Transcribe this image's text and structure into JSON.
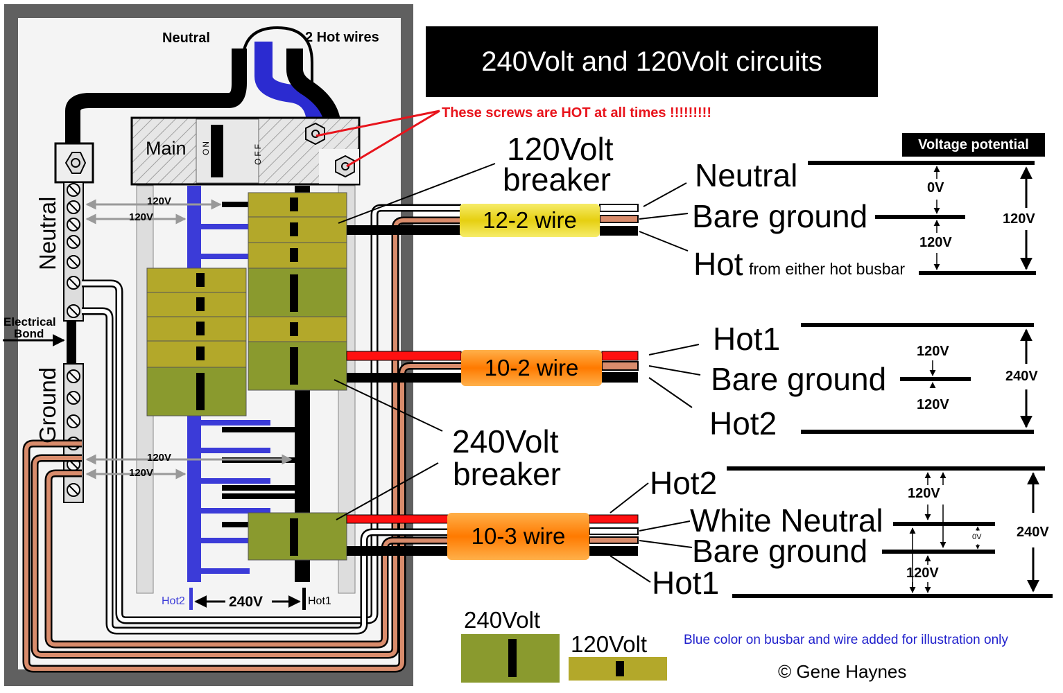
{
  "title": "240Volt and 120Volt circuits",
  "panel": {
    "neutral_feed_label": "Neutral",
    "hot_feed_label": "2 Hot wires",
    "main_label": "Main",
    "on_label": "ON",
    "off_label": "OFF",
    "neutral_bar_label": "Neutral",
    "ground_bar_label": "Ground",
    "bond_label_1": "Electrical",
    "bond_label_2": "Bond",
    "volts_upper_1": "120V",
    "volts_upper_2": "120V",
    "volts_lower_1": "120V",
    "volts_lower_2": "120V",
    "hot2_label": "Hot2",
    "hot1_label": "Hot1",
    "busbar_voltage": "240V"
  },
  "warning": "These screws are HOT at all times !!!!!!!!!",
  "callouts": {
    "breaker_120_line1": "120Volt",
    "breaker_120_line2": "breaker",
    "breaker_240_line1": "240Volt",
    "breaker_240_line2": "breaker"
  },
  "voltage_potential_heading": "Voltage potential",
  "circuits": [
    {
      "wire": "12-2 wire",
      "wire_color": "#f2e135",
      "conductors": [
        "Neutral",
        "Bare ground",
        "Hot"
      ],
      "hot_note": "from either hot busbar",
      "potentials": [
        "0V",
        "120V",
        "120V"
      ]
    },
    {
      "wire": "10-2 wire",
      "wire_color": "#ff8c1a",
      "conductors": [
        "Hot1",
        "Bare ground",
        "Hot2"
      ],
      "potentials": [
        "120V",
        "120V",
        "240V"
      ]
    },
    {
      "wire": "10-3 wire",
      "wire_color": "#ff8c1a",
      "conductors": [
        "Hot2",
        "White Neutral",
        "Bare ground",
        "Hot1"
      ],
      "potentials": [
        "120V",
        "0V",
        "120V",
        "240V"
      ]
    }
  ],
  "legend": {
    "label_240": "240Volt",
    "label_120": "120Volt",
    "color_240": "#8a9a2e",
    "color_120": "#b3a82a"
  },
  "note": "Blue color on busbar and wire added for illustration only",
  "copyright": "© Gene Haynes",
  "colors": {
    "busbar_blue": "#3b3bd8",
    "hot_red": "#ff1010",
    "ground_copper": "#d98c6c",
    "warning_red": "#e8141c"
  }
}
